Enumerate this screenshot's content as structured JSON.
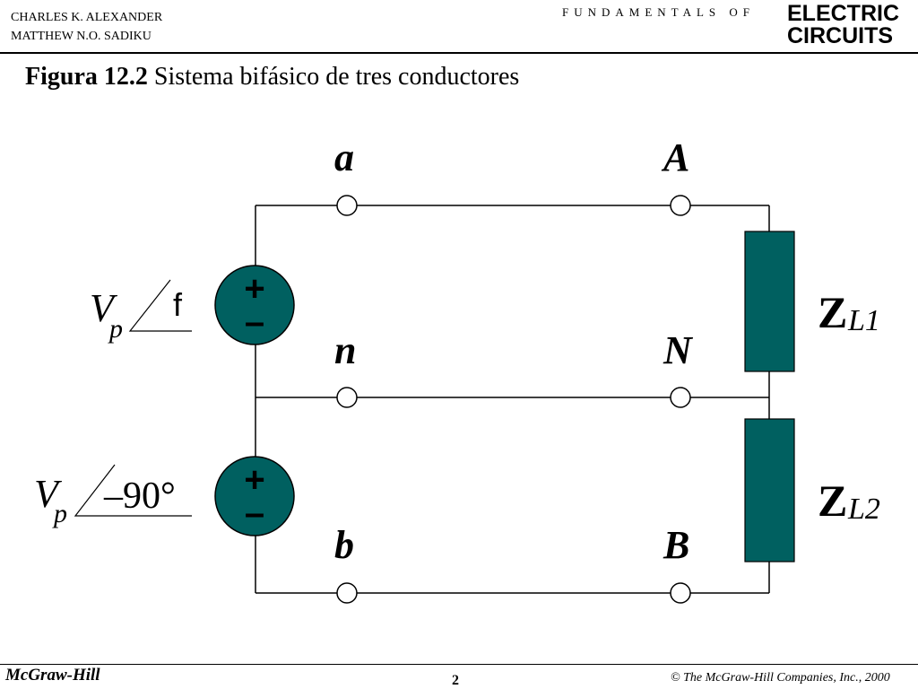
{
  "header": {
    "author1": "CHARLES K. ALEXANDER",
    "author2": "MATTHEW N.O. SADIKU",
    "series": "FUNDAMENTALS OF",
    "brand_line1": "ELECTRIC",
    "brand_line2": "CIRCUITS"
  },
  "title": {
    "figure": "Figura 12.2",
    "caption": " Sistema bifásico de tres conductores"
  },
  "diagram": {
    "nodes": {
      "a": "a",
      "A": "A",
      "n": "n",
      "N": "N",
      "b": "b",
      "B": "B"
    },
    "source1": {
      "symbol": "V",
      "subscript": "p",
      "angle": "f",
      "plus": "+",
      "minus": "–"
    },
    "source2": {
      "symbol": "V",
      "subscript": "p",
      "angle": "–90°",
      "plus": "+",
      "minus": "–"
    },
    "load1": {
      "symbol": "Z",
      "subscript": "L1"
    },
    "load2": {
      "symbol": "Z",
      "subscript": "L2"
    },
    "colors": {
      "element_fill": "#006060",
      "wire": "#000000"
    }
  },
  "footer": {
    "publisher": "McGraw-Hill",
    "page": "2",
    "copyright": "© The McGraw-Hill Companies, Inc., 2000"
  }
}
